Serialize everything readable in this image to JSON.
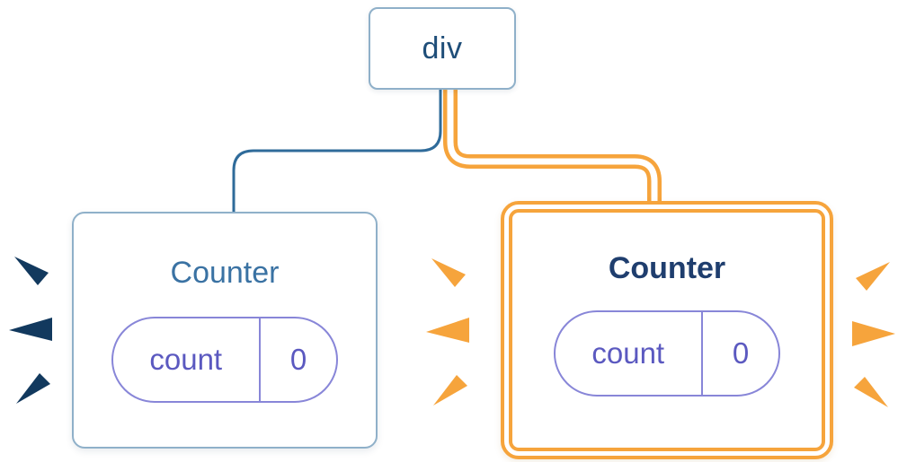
{
  "diagram": {
    "root": {
      "label": "div"
    },
    "children": [
      {
        "label": "Counter",
        "state": {
          "key": "count",
          "value": "0"
        },
        "highlighted": false
      },
      {
        "label": "Counter",
        "state": {
          "key": "count",
          "value": "0"
        },
        "highlighted": true
      }
    ],
    "colors": {
      "box_border_blue": "#8FB0C9",
      "edge_blue": "#2F6B9A",
      "root_text": "#1F4E79",
      "counter_text_blue": "#3A72A3",
      "counter_text_navy": "#1F3E6E",
      "state_purple": "#5B59C0",
      "state_border_purple": "#8886D8",
      "highlight_orange": "#F6A43C",
      "burst_navy": "#12395E"
    }
  }
}
